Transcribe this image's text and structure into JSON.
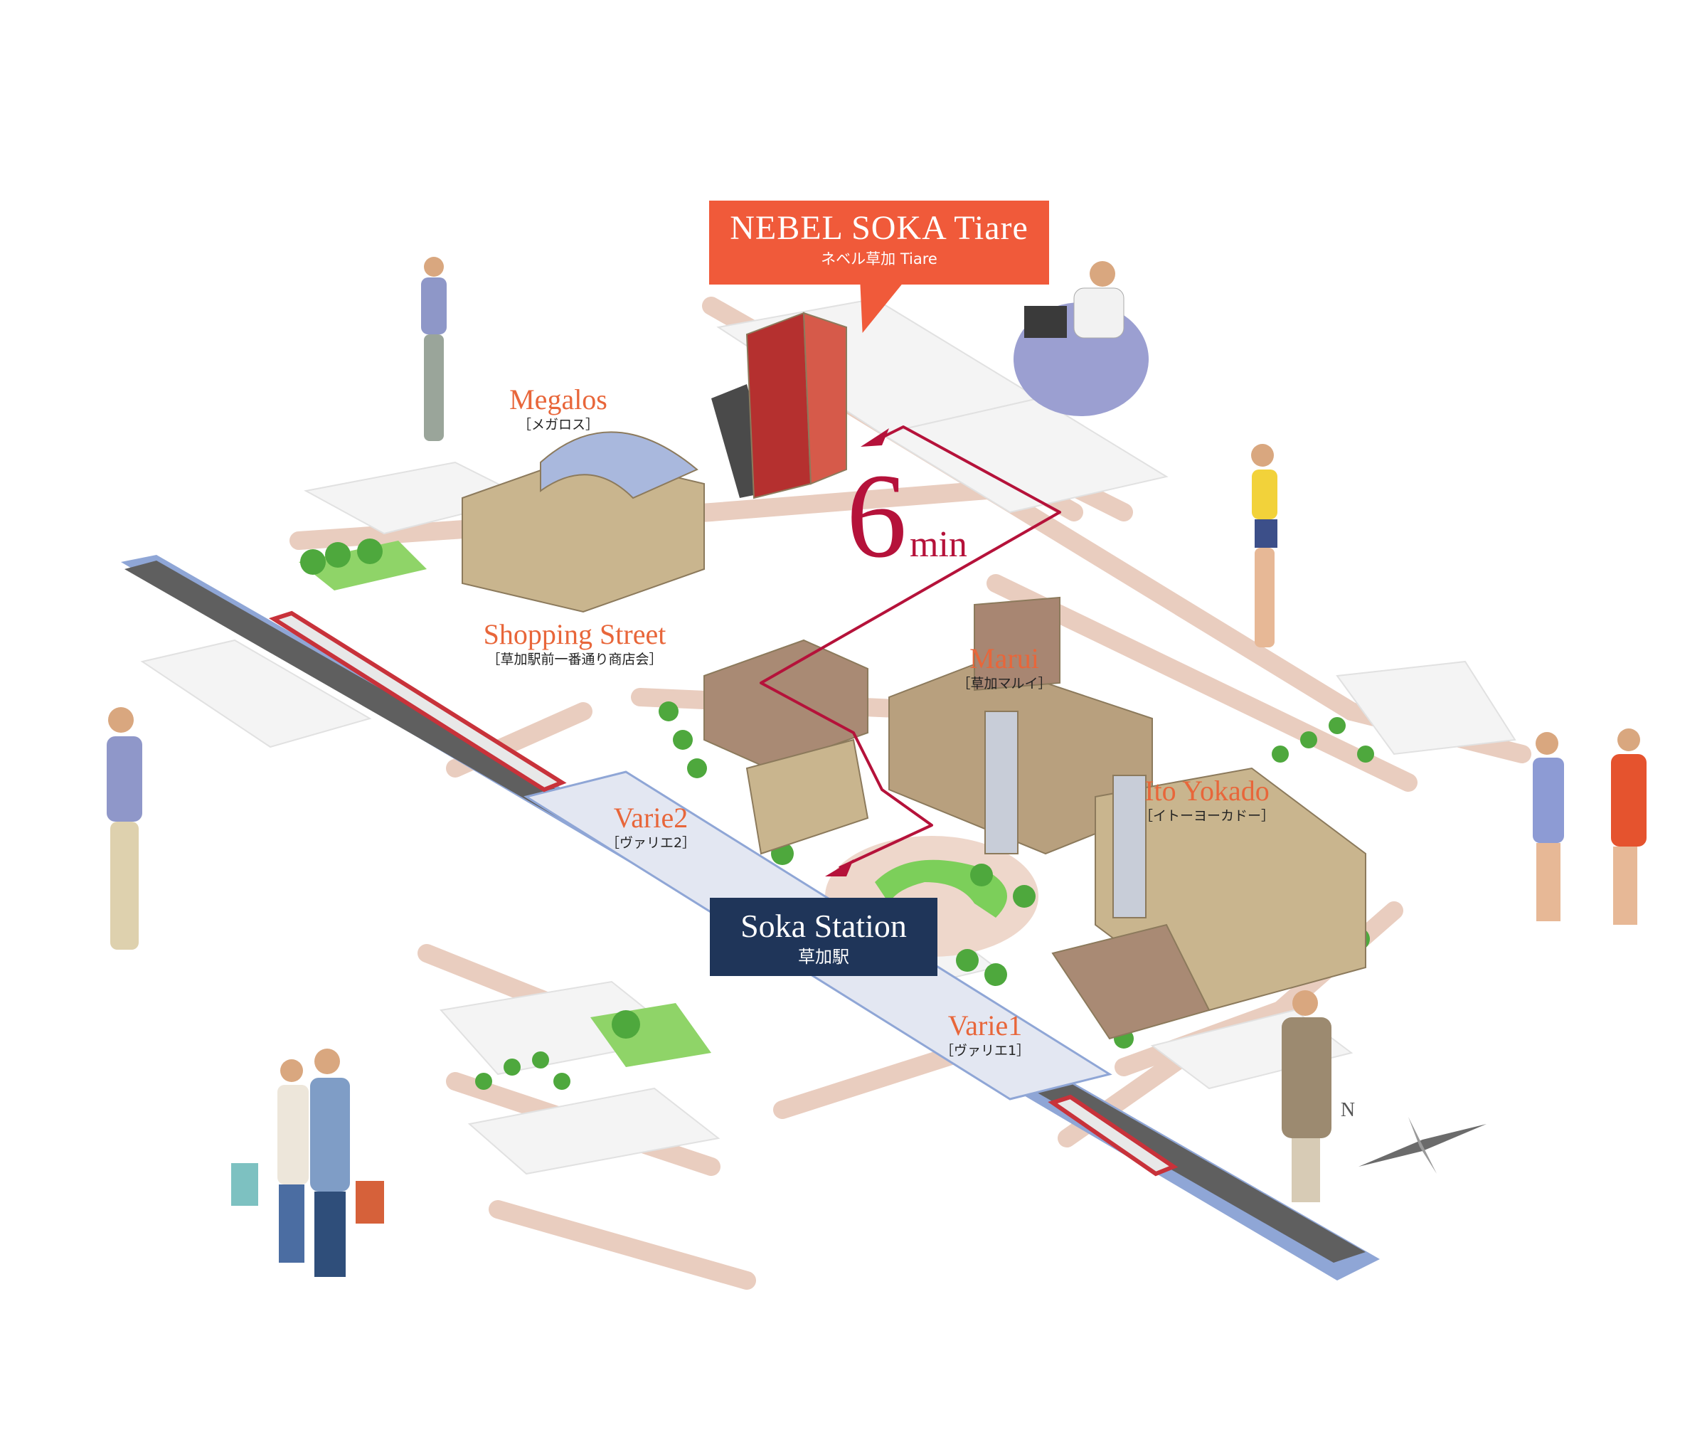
{
  "destination": {
    "name_en": "NEBEL SOKA Tiare",
    "name_ja": "ネベル草加 Tiare"
  },
  "walk_time": {
    "value": "6",
    "unit": "min"
  },
  "station": {
    "name_en": "Soka Station",
    "name_ja": "草加駅"
  },
  "landmarks": [
    {
      "key": "megalos",
      "en": "Megalos",
      "ja": "［メガロス］"
    },
    {
      "key": "shopping-street",
      "en": "Shopping Street",
      "ja": "［草加駅前一番通り商店会］"
    },
    {
      "key": "marui",
      "en": "Marui",
      "ja": "［草加マルイ］"
    },
    {
      "key": "ito-yokado",
      "en": "Ito Yokado",
      "ja": "［イトーヨーカドー］"
    },
    {
      "key": "varie2",
      "en": "Varie2",
      "ja": "［ヴァリエ2］"
    },
    {
      "key": "varie1",
      "en": "Varie1",
      "ja": "［ヴァリエ1］"
    }
  ],
  "compass": {
    "label": "N"
  },
  "colors": {
    "accent_red": "#b5123a",
    "callout": "#f05a3a",
    "label": "#e8663a",
    "station_box": "#1f3559",
    "road": "#e9cdbf",
    "block": "#f4f4f4",
    "building": "#c9b58e",
    "railway": "#8fa6d6",
    "tower": "#b5302f"
  }
}
